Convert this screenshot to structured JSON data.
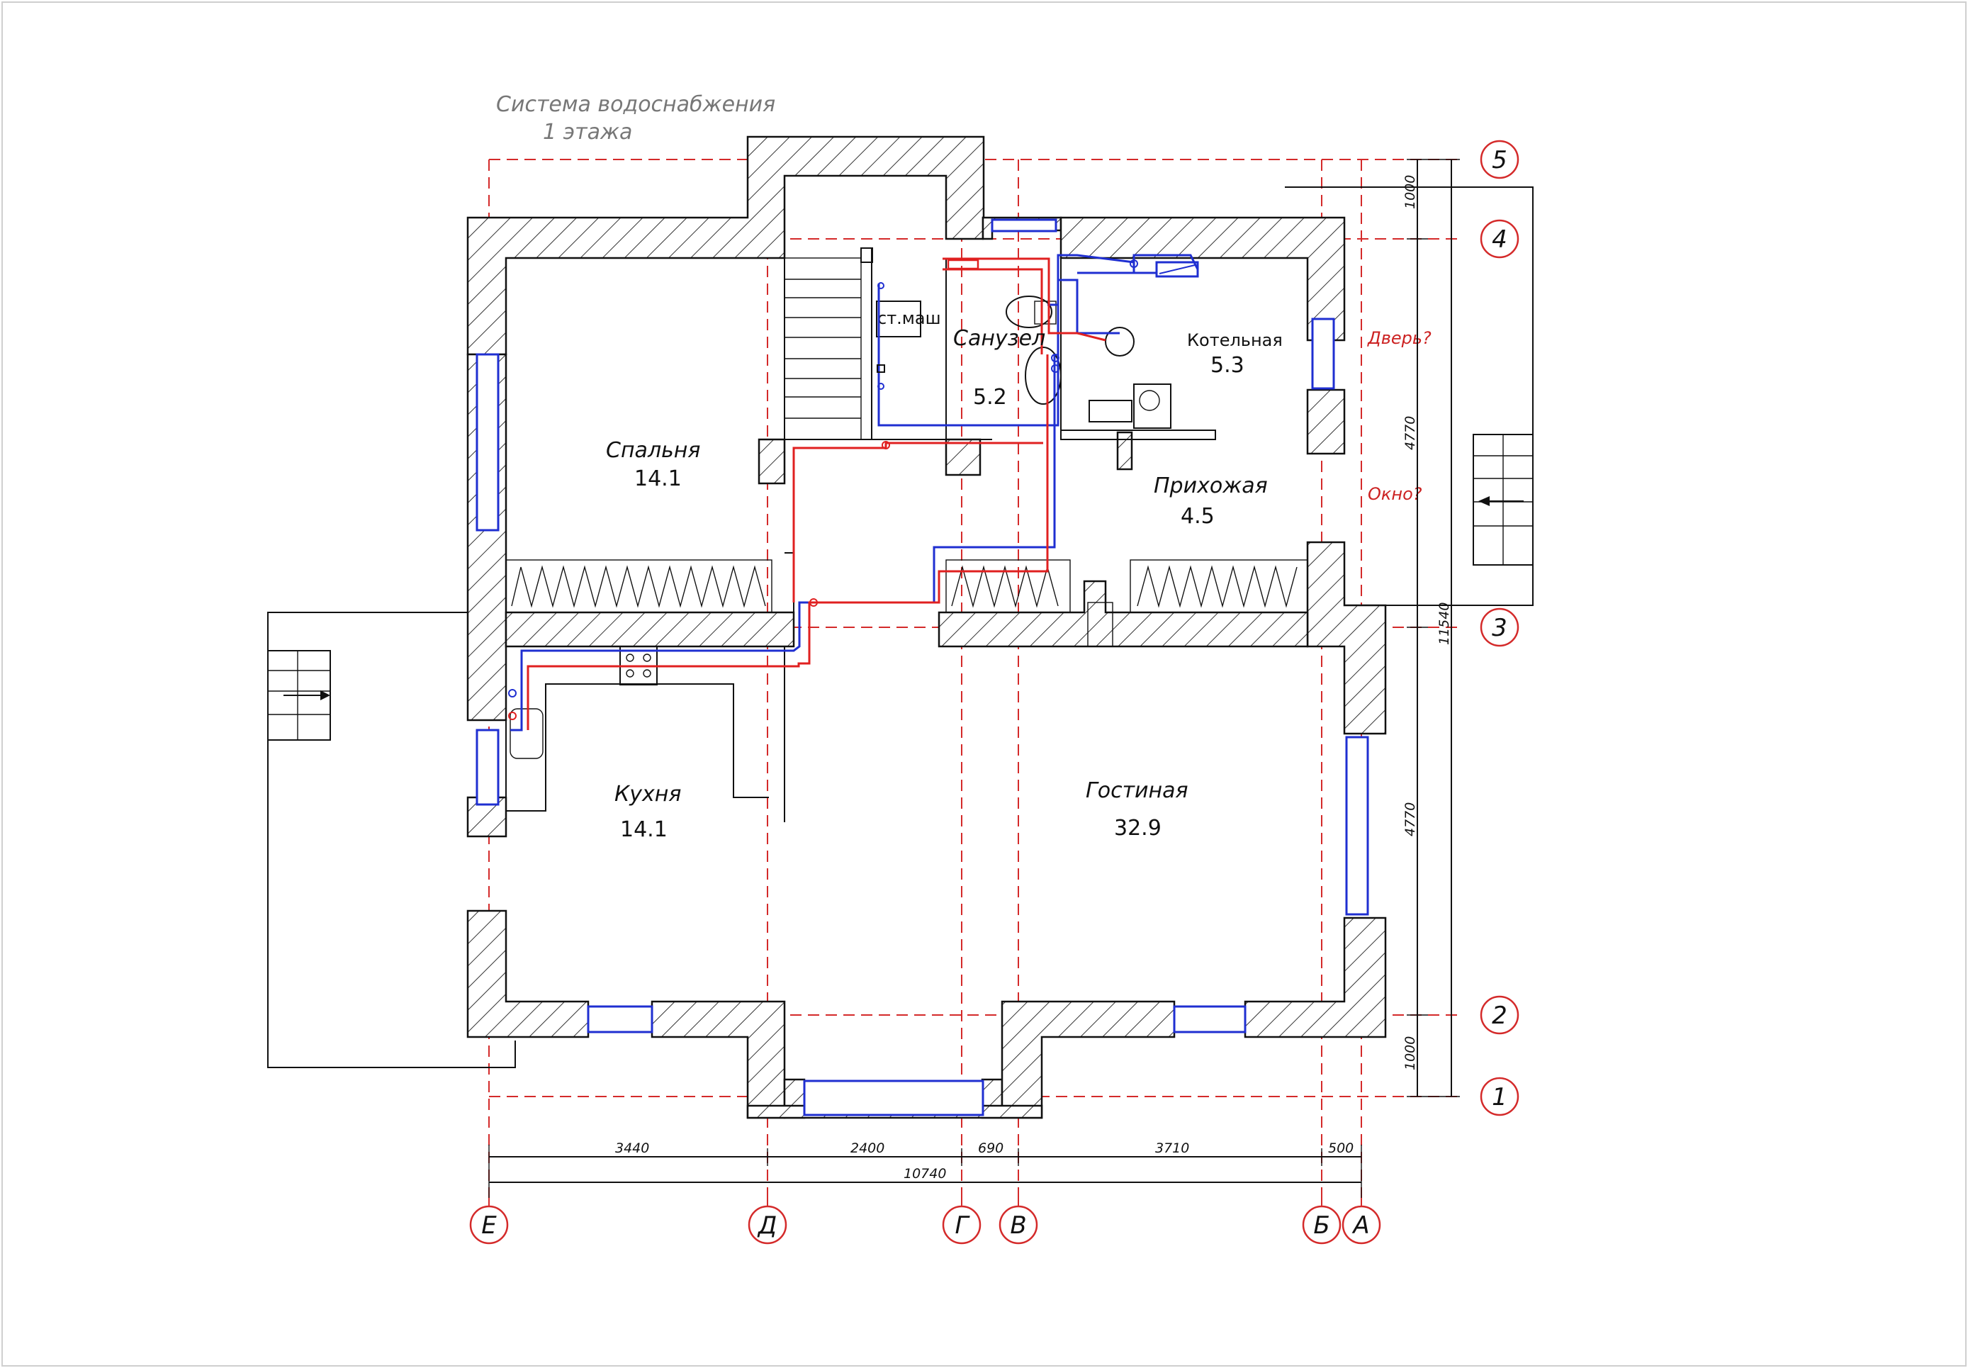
{
  "title": {
    "line1": "Система водоснабжения",
    "line2": "1 этажа"
  },
  "rooms": {
    "bedroom": {
      "name": "Спальня",
      "area": "14.1"
    },
    "bathroom": {
      "name": "Санузел",
      "area": "5.2"
    },
    "boiler": {
      "name": "Котельная",
      "area": "5.3"
    },
    "hallway": {
      "name": "Прихожая",
      "area": "4.5"
    },
    "kitchen": {
      "name": "Кухня",
      "area": "14.1"
    },
    "living": {
      "name": "Гостиная",
      "area": "32.9"
    }
  },
  "fixtures": {
    "washing_machine": "ст.маш"
  },
  "notes": {
    "door": "Дверь?",
    "window": "Окно?"
  },
  "axes": {
    "columns": [
      "Е",
      "Д",
      "Г",
      "В",
      "Б",
      "А"
    ],
    "rows": [
      "5",
      "4",
      "3",
      "2",
      "1"
    ]
  },
  "dimensions": {
    "bottom": [
      "3440",
      "2400",
      "690",
      "3710",
      "500"
    ],
    "bottom_total": "10740",
    "right": [
      "1000",
      "4770",
      "4770",
      "1000"
    ],
    "right_total": "11540"
  },
  "colors": {
    "hot_water": "#e02020",
    "cold_water": "#1f2fd1",
    "axis": "#d42a2a"
  }
}
